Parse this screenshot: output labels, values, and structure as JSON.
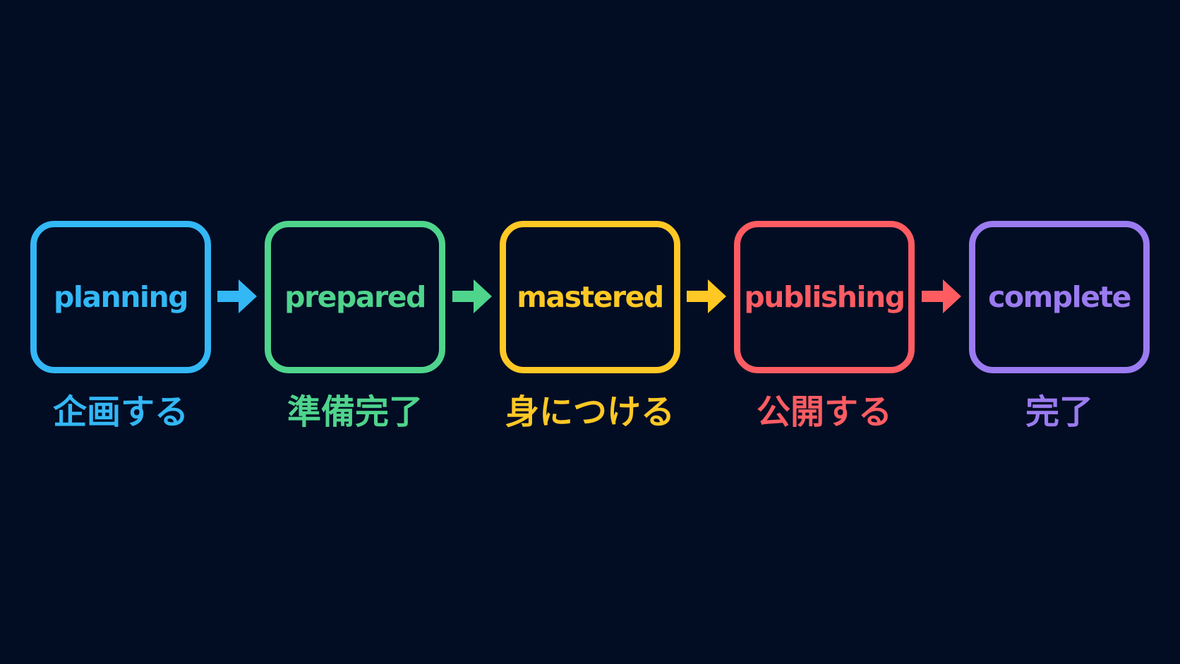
{
  "diagram": {
    "stages": [
      {
        "label": "planning",
        "jp": "企画する",
        "color": "#33b7f5"
      },
      {
        "label": "prepared",
        "jp": "準備完了",
        "color": "#4fd48c"
      },
      {
        "label": "mastered",
        "jp": "身につける",
        "color": "#ffc824"
      },
      {
        "label": "publishing",
        "jp": "公開する",
        "color": "#ff5c62"
      },
      {
        "label": "complete",
        "jp": "完了",
        "color": "#9b7bf0"
      }
    ],
    "arrows": [
      {
        "icon": "arrow-right-icon",
        "color": "#33b7f5"
      },
      {
        "icon": "arrow-right-icon",
        "color": "#4fd48c"
      },
      {
        "icon": "arrow-right-icon",
        "color": "#ffc824"
      },
      {
        "icon": "arrow-right-icon",
        "color": "#ff5c62"
      }
    ],
    "background": "#020d24"
  }
}
